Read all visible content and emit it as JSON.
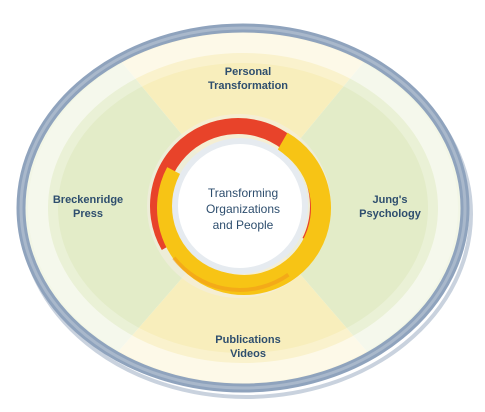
{
  "diagram": {
    "center": {
      "lines": [
        "Transforming",
        "Organizations",
        "and People"
      ]
    },
    "segments": {
      "top": {
        "lines": [
          "Personal",
          "Transformation"
        ]
      },
      "left": {
        "lines": [
          "Breckenridge",
          "Press"
        ]
      },
      "right": {
        "lines": [
          "Jung's",
          "Psychology"
        ]
      },
      "bottom": {
        "lines": [
          "Publications",
          "Videos"
        ]
      }
    },
    "colors": {
      "outer_ring": "#8fa3bd",
      "segment_yellow": "#f6ebb3",
      "segment_green": "#dfe9c4",
      "enso_red": "#e8432a",
      "enso_yellow": "#f7c415",
      "text": "#2e4e6e"
    }
  }
}
